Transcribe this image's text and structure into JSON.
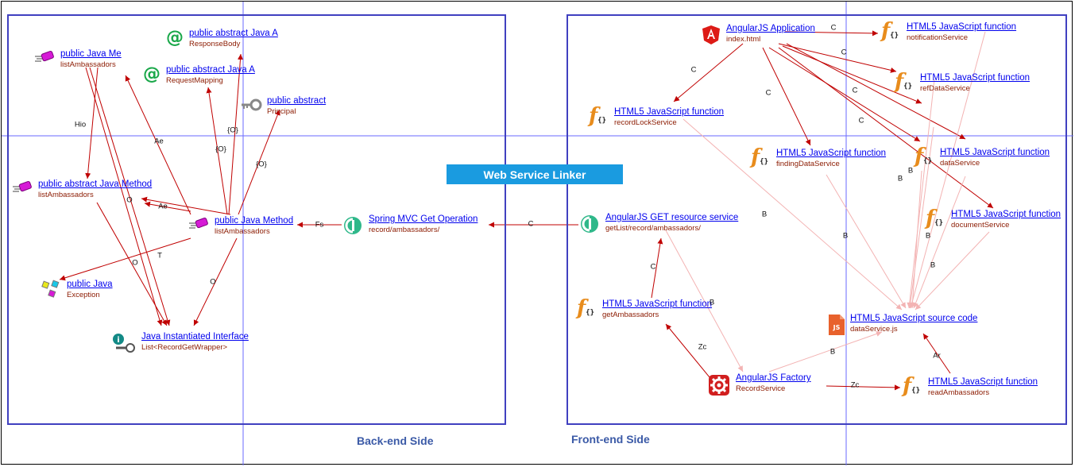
{
  "banner": "Web Service Linker",
  "sides": {
    "backend": "Back-end Side",
    "frontend": "Front-end Side"
  },
  "nodes": {
    "responsebody": {
      "title": "public abstract Java A",
      "sub": "ResponseBody",
      "icon": "annotation-icon"
    },
    "requestmapping": {
      "title": "public abstract Java A",
      "sub": "RequestMapping",
      "icon": "annotation-icon"
    },
    "principal": {
      "title": "public abstract",
      "sub": "Principal",
      "icon": "key-icon"
    },
    "listamb_top": {
      "title": "public Java Me",
      "sub": "listAmbassadors",
      "icon": "method-icon"
    },
    "listamb_abs": {
      "title": "public abstract Java Method",
      "sub": "listAmbassadors",
      "icon": "method-icon"
    },
    "listamb_main": {
      "title": "public Java Method",
      "sub": "listAmbassadors",
      "icon": "method-icon"
    },
    "exception": {
      "title": "public Java",
      "sub": "Exception",
      "icon": "class-icon"
    },
    "interface": {
      "title": "Java Instantiated Interface",
      "sub": "List<RecordGetWrapper>",
      "icon": "interface-icon"
    },
    "spring": {
      "title": "Spring MVC Get Operation",
      "sub": "record/ambassadors/",
      "icon": "spring-icon"
    },
    "angular_get": {
      "title": "AngularJS GET resource service",
      "sub": "getList/record/ambassadors/",
      "icon": "service-icon"
    },
    "angular_app": {
      "title": "AngularJS Application",
      "sub": "index.html",
      "icon": "angular-icon"
    },
    "notification": {
      "title": "HTML5 JavaScript function",
      "sub": "notificationService",
      "icon": "js-function-icon"
    },
    "refdata": {
      "title": "HTML5 JavaScript function",
      "sub": "refDataService",
      "icon": "js-function-icon"
    },
    "recordlock": {
      "title": "HTML5 JavaScript function",
      "sub": "recordLockService",
      "icon": "js-function-icon"
    },
    "findingdata": {
      "title": "HTML5 JavaScript function",
      "sub": "findingDataService",
      "icon": "js-function-icon"
    },
    "dataservice": {
      "title": "HTML5 JavaScript function",
      "sub": "dataService",
      "icon": "js-function-icon"
    },
    "document": {
      "title": "HTML5 JavaScript function",
      "sub": "documentService",
      "icon": "js-function-icon"
    },
    "getamb": {
      "title": "HTML5 JavaScript function",
      "sub": "getAmbassadors",
      "icon": "js-function-icon"
    },
    "jssource": {
      "title": "HTML5 JavaScript source code",
      "sub": "dataService.js",
      "icon": "js-file-icon",
      "icon_text": "JS"
    },
    "factory": {
      "title": "AngularJS Factory",
      "sub": "RecordService",
      "icon": "factory-gear-icon"
    },
    "readamb": {
      "title": "HTML5 JavaScript function",
      "sub": "readAmbassadors",
      "icon": "js-function-icon"
    }
  },
  "edge_labels": {
    "hio": "Hio",
    "ae1": "Ae",
    "o1": "{O}",
    "o2": "{O}",
    "o3": "{O}",
    "o_left": "O",
    "ae2": "Ae",
    "fs": "Fs",
    "o4": "O",
    "t": "T",
    "o5": "O",
    "c_link": "C",
    "c1": "C",
    "c2": "C",
    "c3": "C",
    "c4": "C",
    "c5": "C",
    "c6": "C",
    "c7": "C",
    "b1": "B",
    "b2": "B",
    "b3": "B",
    "b4": "B",
    "b5": "B",
    "b6": "B",
    "b7": "B",
    "b8": "B",
    "zc1": "Zc",
    "zc2": "Zc",
    "ar": "Ar"
  },
  "colors": {
    "panel_border": "#4040c0",
    "edge": "#c00000",
    "edge_light": "#f3b3b3",
    "banner": "#1a9be0",
    "guide": "#6a6aff",
    "side_label": "#3b5aa7"
  }
}
